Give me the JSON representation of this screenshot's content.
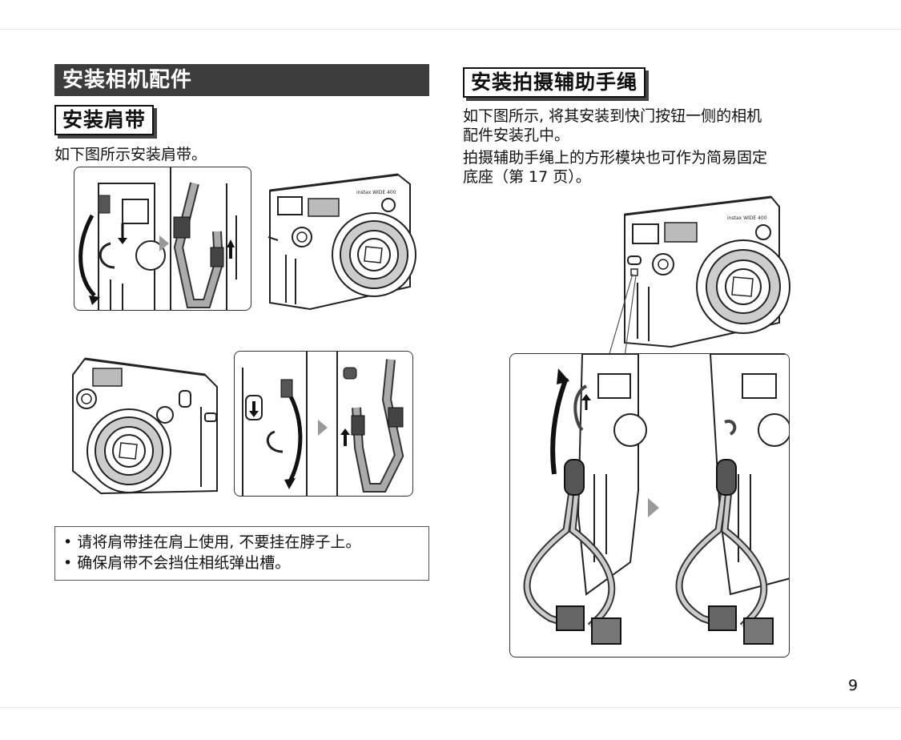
{
  "left": {
    "section_title": "安装相机配件",
    "subsection_title": "安装肩带",
    "intro": "如下图所示安装肩带。",
    "notes": [
      "• 请将肩带挂在肩上使用, 不要挂在脖子上。",
      "• 确保肩带不会挡住相纸弹出槽。"
    ]
  },
  "right": {
    "subsection_title": "安装拍摄辅助手绳",
    "paragraph1_line1": "如下图所示, 将其安装到快门按钮一侧的相机",
    "paragraph1_line2": "配件安装孔中。",
    "paragraph2_line1": "拍摄辅助手绳上的方形模块也可作为简易固定",
    "paragraph2_line2": "底座（第 17 页）。"
  },
  "camera_label": "instax WIDE 400",
  "page_number": "9"
}
